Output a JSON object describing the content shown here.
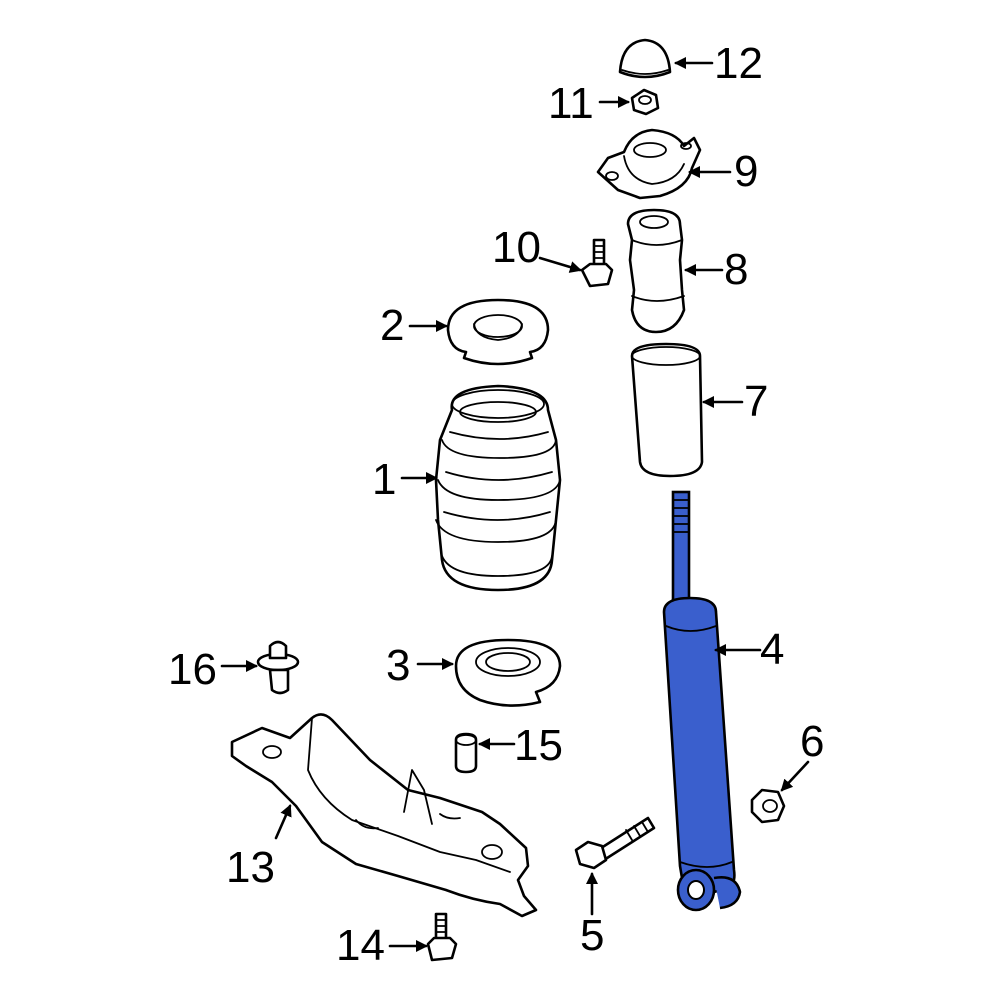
{
  "colors": {
    "highlight": "#3a5fcd",
    "line": "#000000",
    "background": "#ffffff"
  },
  "callouts": {
    "c1": "1",
    "c2": "2",
    "c3": "3",
    "c4": "4",
    "c5": "5",
    "c6": "6",
    "c7": "7",
    "c8": "8",
    "c9": "9",
    "c10": "10",
    "c11": "11",
    "c12": "12",
    "c13": "13",
    "c14": "14",
    "c15": "15",
    "c16": "16"
  }
}
